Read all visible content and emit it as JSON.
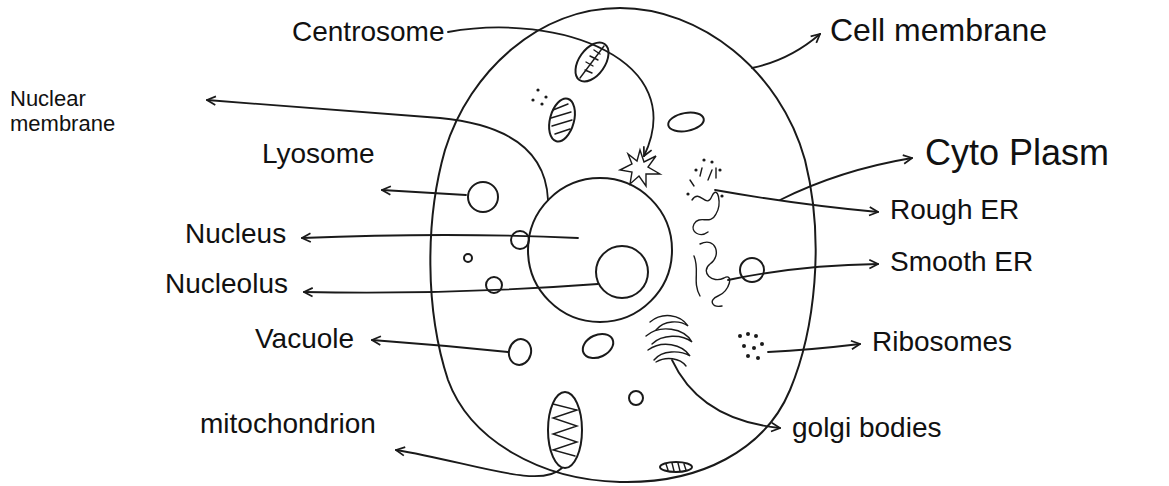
{
  "diagram": {
    "labels": [
      "Centrosome",
      "Cell membrane",
      "Nuclear membrane",
      "Lyosome",
      "Cyto Plasm",
      "Nucleus",
      "Rough ER",
      "Nucleolus",
      "Smooth ER",
      "Vacuole",
      "Ribosomes",
      "mitochondrion",
      "golgi bodies"
    ]
  }
}
